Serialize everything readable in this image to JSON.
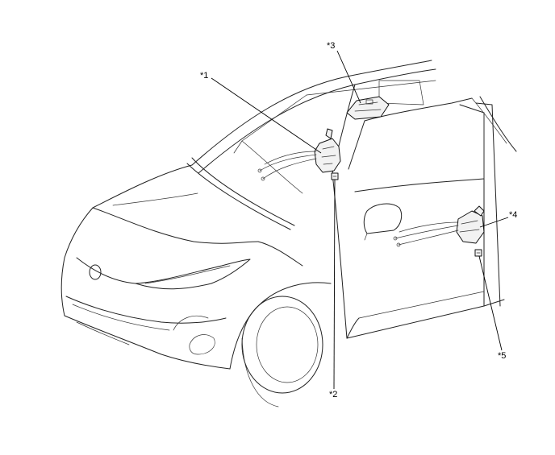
{
  "callouts": {
    "c1": "*1",
    "c2": "*2",
    "c3": "*3",
    "c4": "*4",
    "c5": "*5"
  },
  "colors": {
    "line": "#222222",
    "background": "#ffffff"
  }
}
